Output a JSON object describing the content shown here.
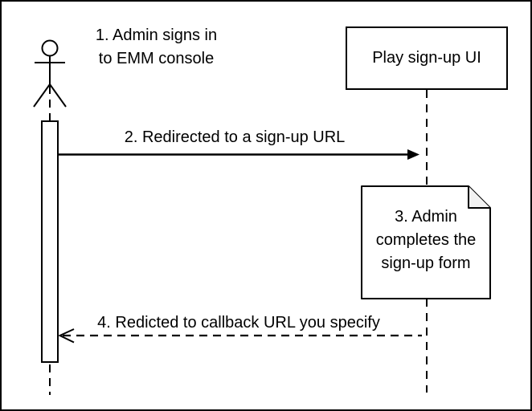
{
  "diagram": {
    "type": "uml-sequence-diagram",
    "colors": {
      "stroke": "#000000",
      "background": "#ffffff",
      "note_fold": "#f2f2f2"
    },
    "actor": {
      "caption": "1. Admin signs in\nto EMM console"
    },
    "participant": {
      "label": "Play sign-up UI"
    },
    "messages": [
      {
        "step": "2",
        "label": "2. Redirected to a sign-up URL",
        "line_style": "solid",
        "arrowhead": "filled",
        "direction": "left-to-right"
      },
      {
        "step": "4",
        "label": "4. Redicted to callback URL you specify",
        "line_style": "dashed",
        "arrowhead": "open",
        "direction": "right-to-left"
      }
    ],
    "note": {
      "label": "3. Admin\ncompletes the\nsign-up form"
    }
  }
}
